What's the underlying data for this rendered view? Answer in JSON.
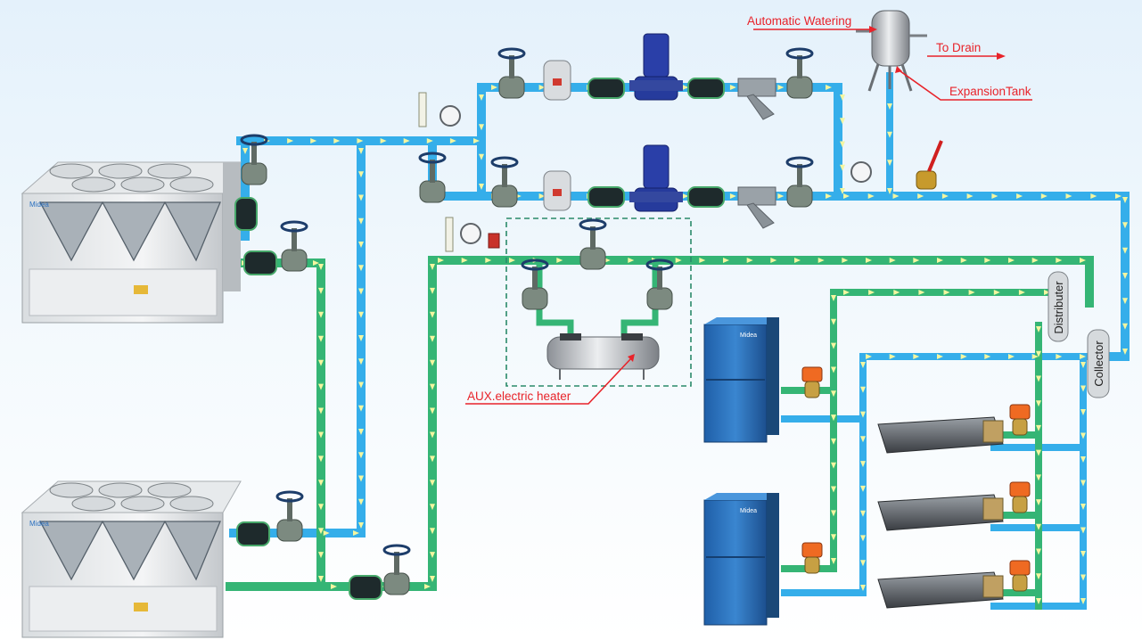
{
  "labels": {
    "automatic_watering": "Automatic Watering",
    "to_drain": "To Drain",
    "expansion_tank": "ExpansionTank",
    "aux_heater": "AUX.electric heater",
    "distributer": "Distributer",
    "collector": "Collector"
  },
  "branding": {
    "chiller_logo": "Midea",
    "ahu_logo": "Midea"
  },
  "colors": {
    "blue_pipe": "#35aeea",
    "green_pipe": "#35b575",
    "arrow": "#f4f6a0",
    "callout": "#e8232a",
    "dashed_box": "#2a8a6a"
  }
}
